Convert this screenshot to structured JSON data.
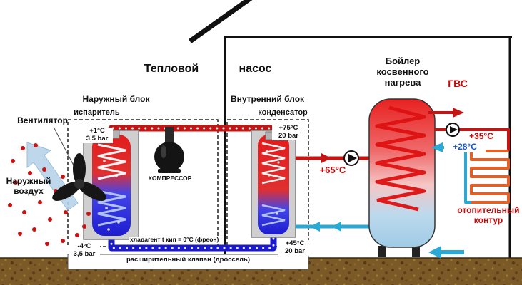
{
  "colors": {
    "hot_pipe": "#c41414",
    "cold_pipe": "#1a1acc",
    "water_cold": "#2aa9d6",
    "accent_red": "#c40b0b",
    "accent_blue": "#1a56cc",
    "ground": "#7c5a27"
  },
  "title": {
    "part1": "Тепловой",
    "part2": "насос"
  },
  "fan": {
    "label": "Вентилятор"
  },
  "outside_air": {
    "line1": "Наружный",
    "line2": "воздух"
  },
  "outdoor_unit": {
    "label": "Наружный блок",
    "component": "испаритель",
    "top_temp": "+1°C",
    "top_pressure": "3,5 bar",
    "bottom_temp": "-4°C",
    "bottom_pressure": "3,5 bar"
  },
  "indoor_unit": {
    "label": "Внутренний блок",
    "component": "конденсатор",
    "top_temp": "+75°C",
    "top_pressure": "20 bar",
    "bottom_temp": "+45°C",
    "bottom_pressure": "20 bar"
  },
  "compressor": {
    "label": "КОМПРЕССОР"
  },
  "refrigerant": {
    "label": "хладагент t кип = 0°C (фреон)"
  },
  "expansion_valve": {
    "label": "расширительный клапан (дроссель)"
  },
  "boiler": {
    "line1": "Бойлер",
    "line2": "косвенного",
    "line3": "нагрева"
  },
  "water": {
    "supply_temp": "+65°C",
    "dhw": "ГВС",
    "heating_supply_temp": "+35°C",
    "heating_return_temp": "+28°C"
  },
  "heating_circuit": {
    "line1": "отопительный",
    "line2": "контур"
  }
}
